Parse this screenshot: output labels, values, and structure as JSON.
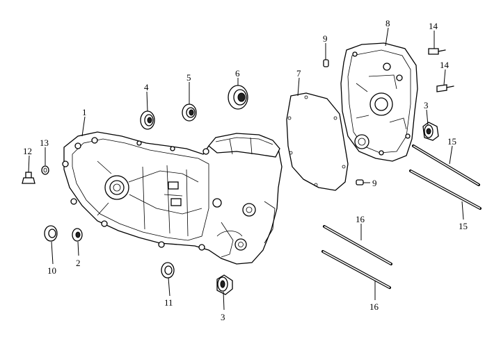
{
  "callouts": [
    {
      "id": "c1",
      "text": "1"
    },
    {
      "id": "c2",
      "text": "2"
    },
    {
      "id": "c3a",
      "text": "3"
    },
    {
      "id": "c3b",
      "text": "3"
    },
    {
      "id": "c4",
      "text": "4"
    },
    {
      "id": "c5",
      "text": "5"
    },
    {
      "id": "c6",
      "text": "6"
    },
    {
      "id": "c7",
      "text": "7"
    },
    {
      "id": "c8",
      "text": "8"
    },
    {
      "id": "c9a",
      "text": "9"
    },
    {
      "id": "c9b",
      "text": "9"
    },
    {
      "id": "c10",
      "text": "10"
    },
    {
      "id": "c11",
      "text": "11"
    },
    {
      "id": "c12",
      "text": "12"
    },
    {
      "id": "c13",
      "text": "13"
    },
    {
      "id": "c14a",
      "text": "14"
    },
    {
      "id": "c14b",
      "text": "14"
    },
    {
      "id": "c15a",
      "text": "15"
    },
    {
      "id": "c15b",
      "text": "15"
    },
    {
      "id": "c16a",
      "text": "16"
    },
    {
      "id": "c16b",
      "text": "16"
    }
  ]
}
